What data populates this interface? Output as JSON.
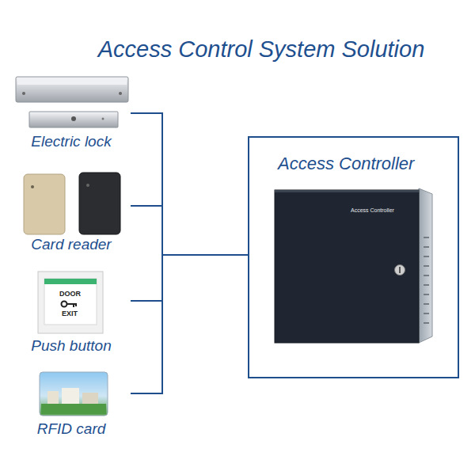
{
  "diagram": {
    "title": "Access Control System Solution",
    "nodes": [
      {
        "text": [
          "Electric lock"
        ]
      },
      {
        "text": [
          "Card reader"
        ]
      },
      {
        "text": [
          "Push button"
        ]
      },
      {
        "text": [
          "RFID card"
        ]
      },
      {
        "text": [
          "Access Controller"
        ]
      }
    ],
    "edges": [
      {
        "from": 0,
        "to": 4,
        "arrow": "none"
      },
      {
        "from": 1,
        "to": 4,
        "arrow": "none"
      },
      {
        "from": 2,
        "to": 4,
        "arrow": "none"
      },
      {
        "from": 3,
        "to": 4,
        "arrow": "none"
      }
    ],
    "labels": [
      "DOOR",
      "EXIT",
      "Access Controller"
    ]
  }
}
